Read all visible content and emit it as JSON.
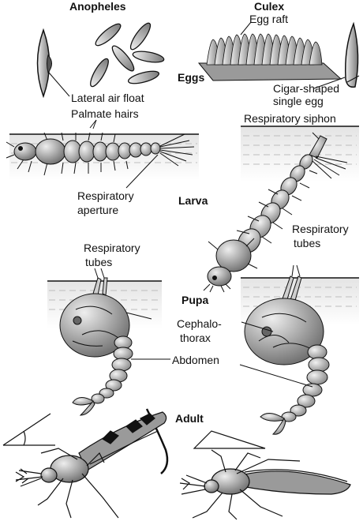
{
  "headings": {
    "anopheles": "Anopheles",
    "culex": "Culex",
    "eggs": "Eggs",
    "larva": "Larva",
    "pupa": "Pupa",
    "adult": "Adult"
  },
  "labels": {
    "egg_raft": "Egg raft",
    "lateral_air_float": "Lateral air float",
    "cigar_line1": "Cigar-shaped",
    "cigar_line2": "single egg",
    "palmate_hairs": "Palmate hairs",
    "respiratory_siphon": "Respiratory siphon",
    "resp_aperture_line1": "Respiratory",
    "resp_aperture_line2": "aperture",
    "resp_tubes_left_line1": "Respiratory",
    "resp_tubes_left_line2": "tubes",
    "resp_tubes_right_line1": "Respiratory",
    "resp_tubes_right_line2": "tubes",
    "cephalothorax_line1": "Cephalo-",
    "cephalothorax_line2": "thorax",
    "abdomen": "Abdomen"
  },
  "colors": {
    "outline": "#111111",
    "body_fill": "#b8b8b8",
    "body_light": "#d9d9d9",
    "water": "#e6e6e6"
  }
}
